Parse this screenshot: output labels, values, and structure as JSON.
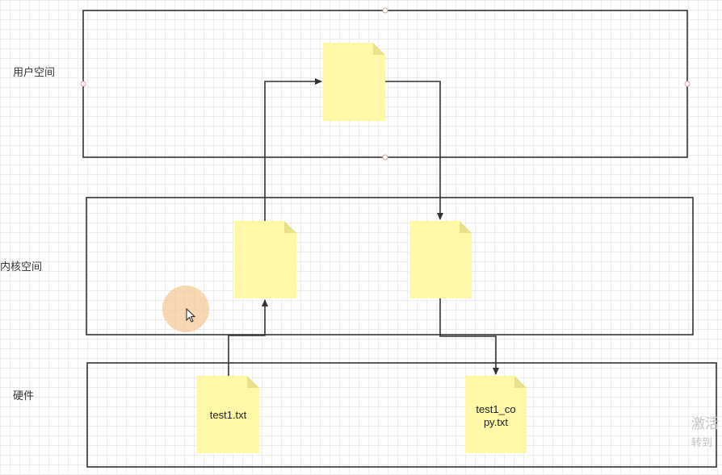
{
  "labels": {
    "user_space": "用户空间",
    "kernel_space": "内核空间",
    "hardware": "硬件"
  },
  "files": {
    "hardware_source": "test1.txt",
    "hardware_copy_line1": "test1_co",
    "hardware_copy_line2": "py.txt"
  },
  "watermark": {
    "line1": "激活",
    "line2": "转到"
  },
  "colors": {
    "file_fill": "#fff8a6",
    "file_fold": "#e9e08a",
    "border": "#333333",
    "arrow": "#333333",
    "handle": "#e0a0a0"
  },
  "icons": {
    "cursor": "pointer-cursor-icon"
  }
}
